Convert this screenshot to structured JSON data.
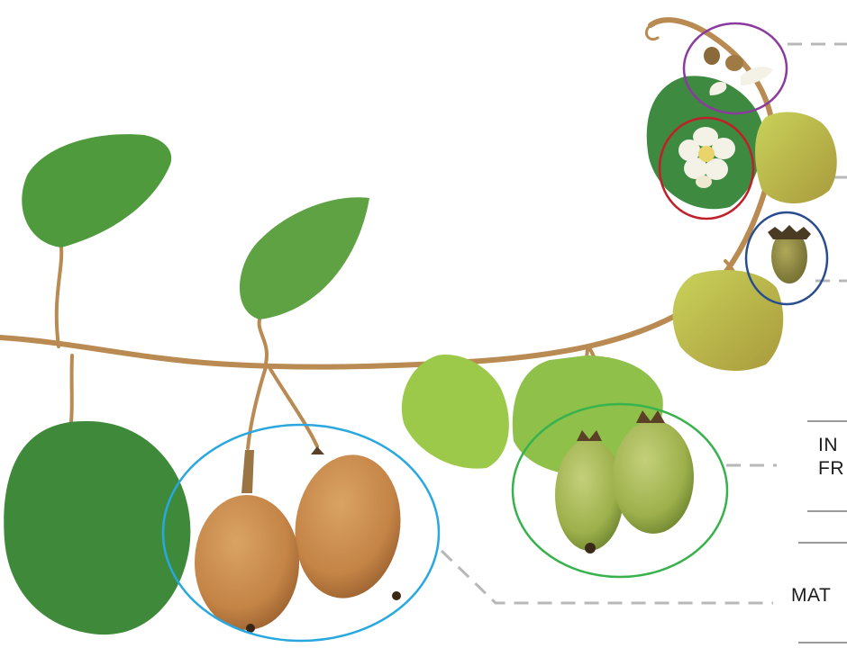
{
  "labels": {
    "immature_fruit_line1": "IN",
    "immature_fruit_line2": "FR",
    "mature_fruit": "MAT"
  },
  "colors": {
    "background": "#ffffff",
    "leaf_dark": "#3f8a3a",
    "leaf_light": "#9cc94a",
    "leaf_young": "#c9c45a",
    "stem": "#b98a52",
    "mature_fruit": "#c98d4e",
    "immature_fruit": "#9cb44e",
    "flower": "#f4f1e6",
    "circle_purple": "#8b3a9e",
    "circle_red": "#c0202a",
    "circle_navy": "#2a4d8f",
    "circle_green": "#37b24d",
    "circle_cyan": "#29a8e0",
    "leader_line": "#b8b8b8",
    "rule_line": "#9a9a9a"
  },
  "icons": {
    "bud": "bud-icon",
    "flower": "flower-icon",
    "young_fruit": "young-fruit-icon",
    "immature_fruit": "immature-fruit-icon",
    "mature_fruit": "mature-fruit-icon"
  }
}
